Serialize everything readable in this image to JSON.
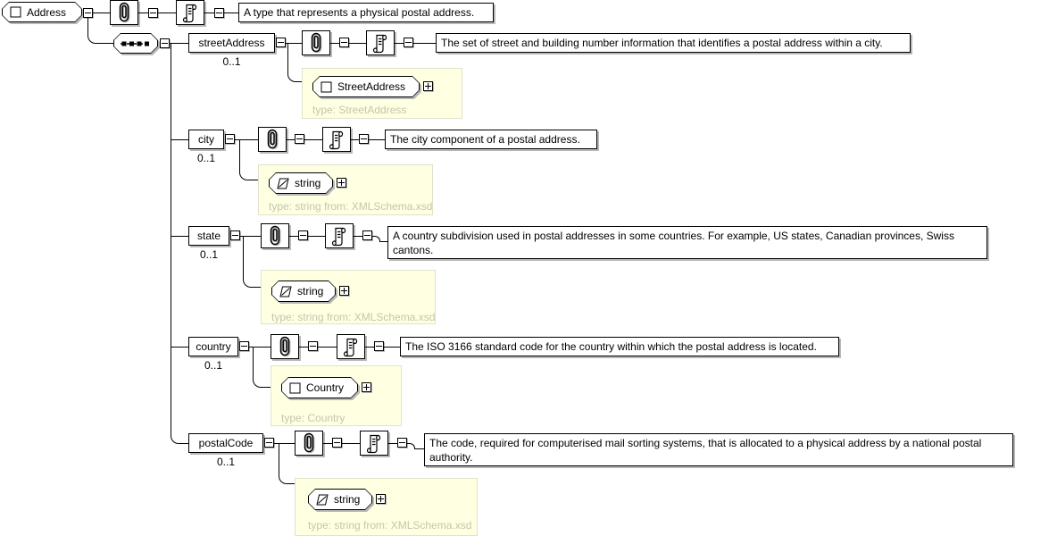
{
  "root": {
    "name": "Address",
    "documentation": "A type that represents a physical postal address."
  },
  "children": [
    {
      "name": "streetAddress",
      "cardinality": "0..1",
      "documentation": "The set of street and building number information that identifies a postal address within a city.",
      "type_label": "StreetAddress",
      "type_caption": "type: StreetAddress"
    },
    {
      "name": "city",
      "cardinality": "0..1",
      "documentation": "The city component of a postal address.",
      "type_label": "string",
      "type_caption": "type: string from: XMLSchema.xsd"
    },
    {
      "name": "state",
      "cardinality": "0..1",
      "documentation": "A country subdivision used in postal addresses in some countries. For example, US states, Canadian provinces, Swiss cantons.",
      "type_label": "string",
      "type_caption": "type: string from: XMLSchema.xsd"
    },
    {
      "name": "country",
      "cardinality": "0..1",
      "documentation": "The ISO 3166 standard code for the country within which the postal address is located.",
      "type_label": "Country",
      "type_caption": "type: Country"
    },
    {
      "name": "postalCode",
      "cardinality": "0..1",
      "documentation": "The code, required for computerised mail sorting systems, that is allocated to a physical address by a national postal authority.",
      "type_label": "string",
      "type_caption": "type: string from: XMLSchema.xsd"
    }
  ],
  "icons": {
    "annotation": "paperclip-icon",
    "documentation": "scroll-icon",
    "complex_type": "square-icon",
    "simple_type": "slashed-parallelogram-icon",
    "sequence": "sequence-dots-icon",
    "collapse": "minus-box-icon",
    "expand": "plus-box-icon"
  },
  "colors": {
    "background": "#ffffff",
    "box_bg": "#ffffff",
    "line": "#000000",
    "shadow": "#b8b8b8",
    "panel_bg": "#ffffe1",
    "panel_border": "#e2e2cc",
    "caption_text": "#c5c5b0"
  }
}
